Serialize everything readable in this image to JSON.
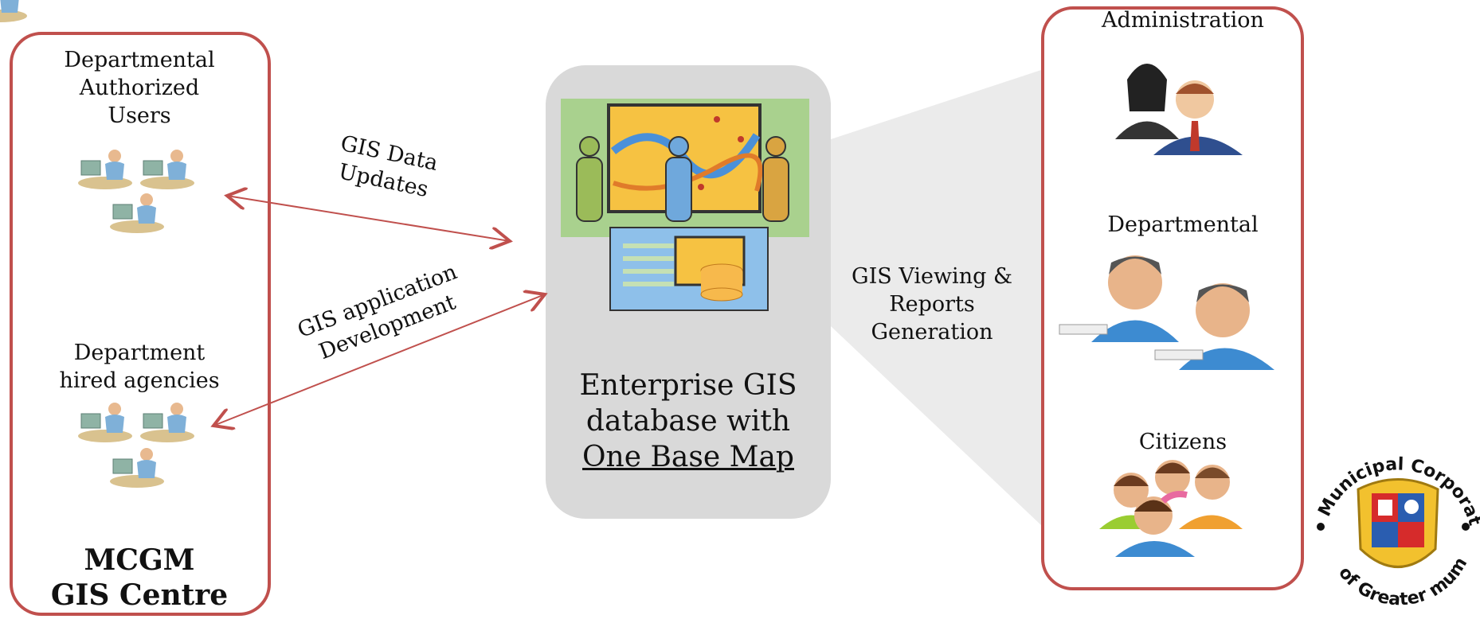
{
  "left_panel": {
    "group1_label": [
      "Departmental",
      "Authorized",
      "Users"
    ],
    "group2_label": [
      "Department",
      "hired agencies"
    ],
    "title": [
      "MCGM",
      "GIS Centre"
    ]
  },
  "center": {
    "label_line1": "Enterprise GIS",
    "label_line2": "database with",
    "label_line3": "One Base Map"
  },
  "arrows": {
    "updates": [
      "GIS Data",
      "Updates"
    ],
    "development": [
      "GIS application",
      "Development"
    ],
    "viewing": [
      "GIS Viewing &",
      "Reports",
      "Generation"
    ]
  },
  "right_panel": {
    "administration": "Administration",
    "departmental": "Departmental",
    "citizens": "Citizens"
  },
  "logo": {
    "text_top": "Municipal Corporation",
    "text_bottom": "of Greater mumbai"
  },
  "colors": {
    "accent_red": "#c0504d",
    "center_gray": "#d9d9d9",
    "wedge_gray": "#e8e8e8"
  }
}
